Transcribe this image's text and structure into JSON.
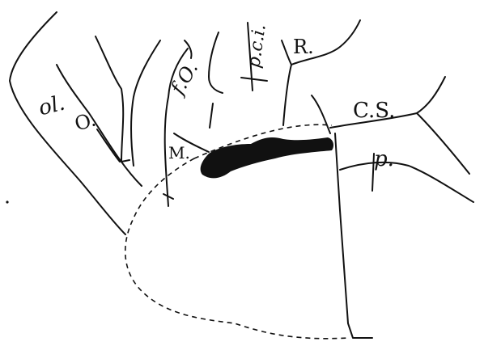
{
  "labels": {
    "ol": "ol.",
    "o": "O.",
    "fo": "f.O.",
    "pci": "p.c.i.",
    "r": "R.",
    "cs": "C.S.",
    "p": "p.",
    "m": "M."
  },
  "colors": {
    "ink": "#111111",
    "paper": "#ffffff"
  }
}
